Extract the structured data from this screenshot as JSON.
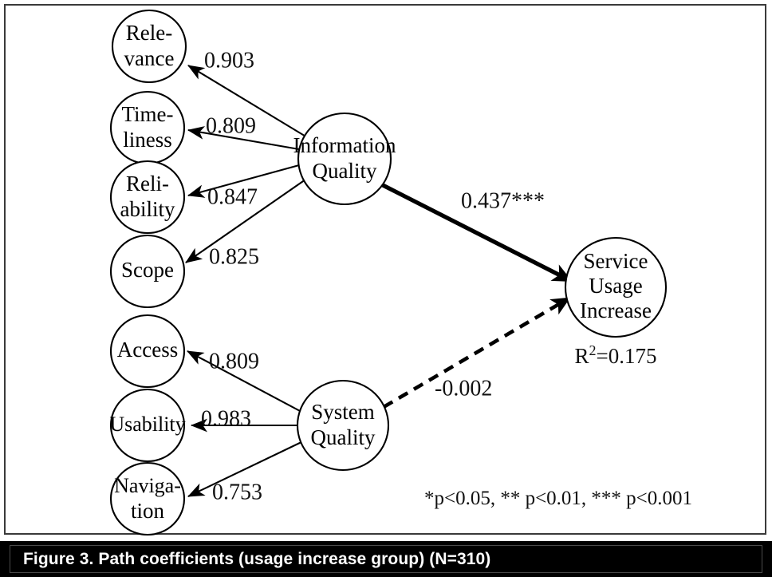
{
  "figure": {
    "caption": "Figure 3. Path coefficients (usage increase group) (N=310)",
    "significance_note": "*p<0.05, ** p<0.01, *** p<0.001",
    "r2_prefix": "R",
    "r2_sup": "2",
    "r2_value": "=0.175"
  },
  "nodes": {
    "relevance": {
      "line1": "Rele-",
      "line2": "vance"
    },
    "timeliness": {
      "line1": "Time-",
      "line2": "liness"
    },
    "reliability": {
      "line1": "Reli-",
      "line2": "ability"
    },
    "scope": {
      "line1": "Scope",
      "line2": ""
    },
    "access": {
      "line1": "Access",
      "line2": ""
    },
    "usability": {
      "line1": "Usability",
      "line2": ""
    },
    "navigation": {
      "line1": "Naviga-",
      "line2": "tion"
    },
    "information_quality": {
      "line1": "Information",
      "line2": "Quality"
    },
    "system_quality": {
      "line1": "System",
      "line2": "Quality"
    },
    "service_usage_increase": {
      "line1": "Service",
      "line2": "Usage",
      "line3": "Increase"
    }
  },
  "edges": {
    "iq_relevance": "0.903",
    "iq_timeliness": "0.809",
    "iq_reliability": "0.847",
    "iq_scope": "0.825",
    "sq_access": "0.809",
    "sq_usability": "0.983",
    "sq_navigation": "0.753",
    "iq_to_sui": "0.437***",
    "sq_to_sui": "-0.002"
  },
  "chart_data": {
    "type": "diagram",
    "title": "Figure 3. Path coefficients (usage increase group) (N=310)",
    "sample_size": 310,
    "latent_constructs": [
      "Information Quality",
      "System Quality",
      "Service Usage Increase"
    ],
    "measurement_loadings": [
      {
        "construct": "Information Quality",
        "indicator": "Relevance",
        "value": 0.903
      },
      {
        "construct": "Information Quality",
        "indicator": "Timeliness",
        "value": 0.809
      },
      {
        "construct": "Information Quality",
        "indicator": "Reliability",
        "value": 0.847
      },
      {
        "construct": "Information Quality",
        "indicator": "Scope",
        "value": 0.825
      },
      {
        "construct": "System Quality",
        "indicator": "Access",
        "value": 0.809
      },
      {
        "construct": "System Quality",
        "indicator": "Usability",
        "value": 0.983
      },
      {
        "construct": "System Quality",
        "indicator": "Navigation",
        "value": 0.753
      }
    ],
    "structural_paths": [
      {
        "from": "Information Quality",
        "to": "Service Usage Increase",
        "value": 0.437,
        "label": "0.437***",
        "significant": true,
        "style": "bold-solid"
      },
      {
        "from": "System Quality",
        "to": "Service Usage Increase",
        "value": -0.002,
        "label": "-0.002",
        "significant": false,
        "style": "dashed"
      }
    ],
    "r_squared": {
      "Service Usage Increase": 0.175
    },
    "significance_legend": "*p<0.05, ** p<0.01, *** p<0.001"
  }
}
